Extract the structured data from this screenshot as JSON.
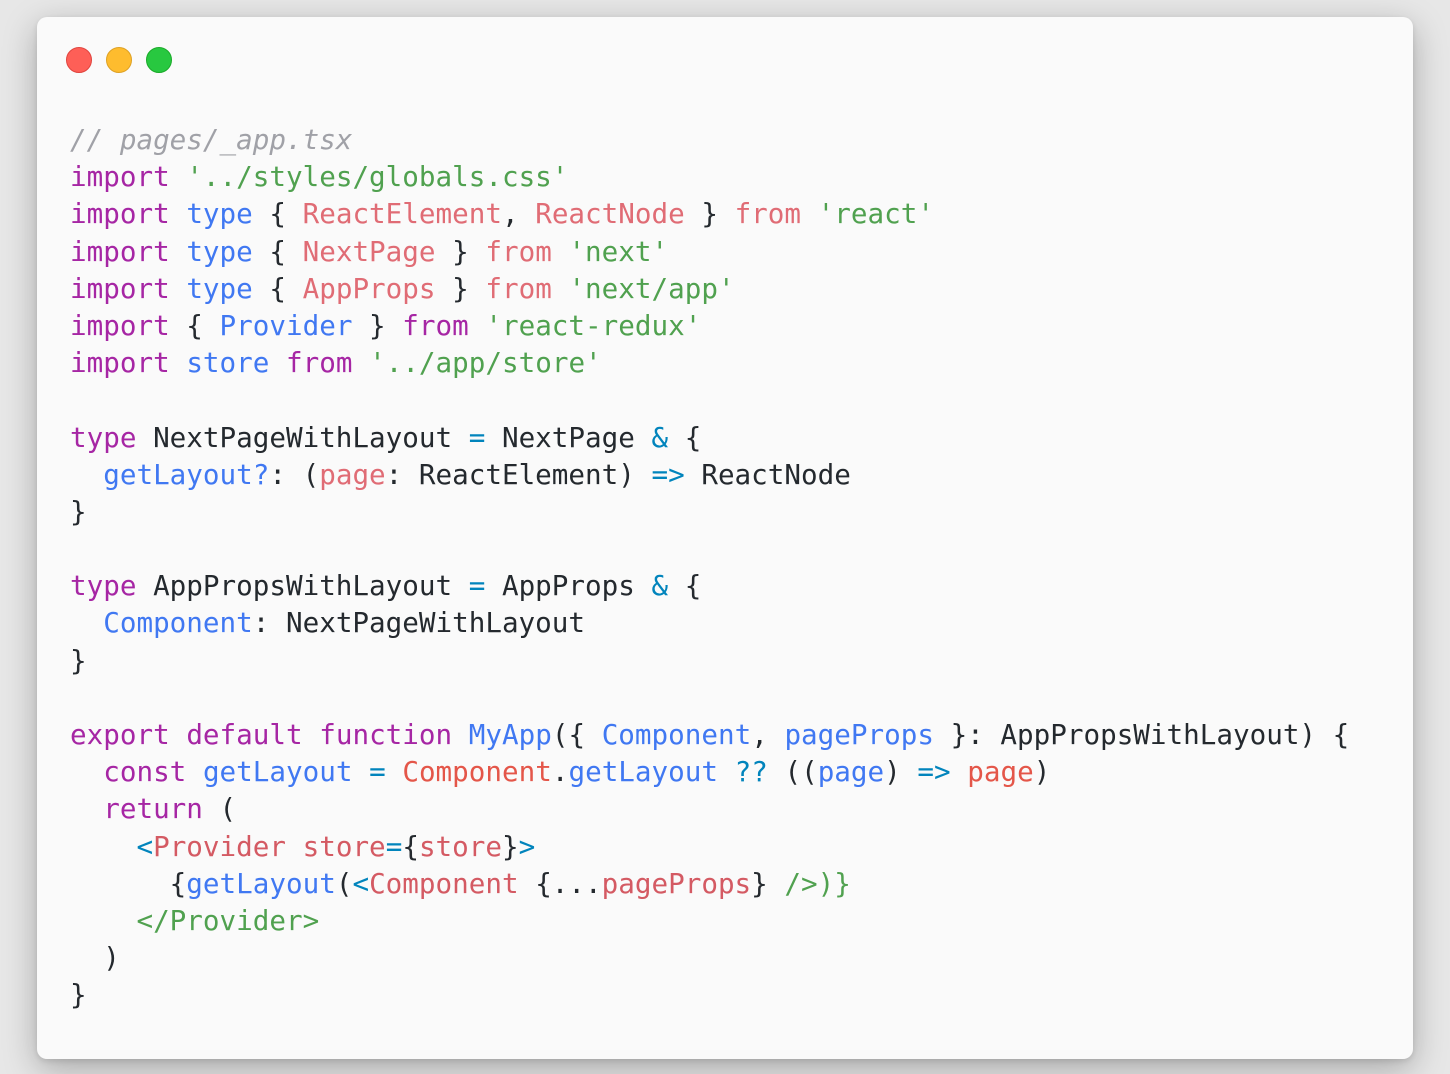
{
  "window": {
    "controls": [
      "close",
      "minimize",
      "maximize"
    ]
  },
  "code": {
    "language": "tsx",
    "lines": [
      [
        {
          "k": "comment",
          "t": "// pages/_app.tsx"
        }
      ],
      [
        {
          "k": "kw",
          "t": "import"
        },
        {
          "k": "plain",
          "t": " "
        },
        {
          "k": "str",
          "t": "'../styles/globals.css'"
        }
      ],
      [
        {
          "k": "kw",
          "t": "import"
        },
        {
          "k": "plain",
          "t": " "
        },
        {
          "k": "type",
          "t": "type"
        },
        {
          "k": "plain",
          "t": " { "
        },
        {
          "k": "name",
          "t": "ReactElement"
        },
        {
          "k": "plain",
          "t": ", "
        },
        {
          "k": "name",
          "t": "ReactNode"
        },
        {
          "k": "plain",
          "t": " } "
        },
        {
          "k": "name",
          "t": "from"
        },
        {
          "k": "plain",
          "t": " "
        },
        {
          "k": "str",
          "t": "'react'"
        }
      ],
      [
        {
          "k": "kw",
          "t": "import"
        },
        {
          "k": "plain",
          "t": " "
        },
        {
          "k": "type",
          "t": "type"
        },
        {
          "k": "plain",
          "t": " { "
        },
        {
          "k": "name",
          "t": "NextPage"
        },
        {
          "k": "plain",
          "t": " } "
        },
        {
          "k": "name",
          "t": "from"
        },
        {
          "k": "plain",
          "t": " "
        },
        {
          "k": "str",
          "t": "'next'"
        }
      ],
      [
        {
          "k": "kw",
          "t": "import"
        },
        {
          "k": "plain",
          "t": " "
        },
        {
          "k": "type",
          "t": "type"
        },
        {
          "k": "plain",
          "t": " { "
        },
        {
          "k": "name",
          "t": "AppProps"
        },
        {
          "k": "plain",
          "t": " } "
        },
        {
          "k": "name",
          "t": "from"
        },
        {
          "k": "plain",
          "t": " "
        },
        {
          "k": "str",
          "t": "'next/app'"
        }
      ],
      [
        {
          "k": "kw",
          "t": "import"
        },
        {
          "k": "plain",
          "t": " { "
        },
        {
          "k": "type",
          "t": "Provider"
        },
        {
          "k": "plain",
          "t": " } "
        },
        {
          "k": "kw",
          "t": "from"
        },
        {
          "k": "plain",
          "t": " "
        },
        {
          "k": "str",
          "t": "'react-redux'"
        }
      ],
      [
        {
          "k": "kw",
          "t": "import"
        },
        {
          "k": "plain",
          "t": " "
        },
        {
          "k": "type",
          "t": "store"
        },
        {
          "k": "plain",
          "t": " "
        },
        {
          "k": "kw",
          "t": "from"
        },
        {
          "k": "plain",
          "t": " "
        },
        {
          "k": "str",
          "t": "'../app/store'"
        }
      ],
      [],
      [
        {
          "k": "kw",
          "t": "type"
        },
        {
          "k": "plain",
          "t": " NextPageWithLayout "
        },
        {
          "k": "op",
          "t": "="
        },
        {
          "k": "plain",
          "t": " NextPage "
        },
        {
          "k": "op",
          "t": "&"
        },
        {
          "k": "plain",
          "t": " {"
        }
      ],
      [
        {
          "k": "plain",
          "t": "  "
        },
        {
          "k": "type",
          "t": "getLayout?"
        },
        {
          "k": "plain",
          "t": ": ("
        },
        {
          "k": "name",
          "t": "page"
        },
        {
          "k": "plain",
          "t": ": ReactElement) "
        },
        {
          "k": "op",
          "t": "=>"
        },
        {
          "k": "plain",
          "t": " ReactNode"
        }
      ],
      [
        {
          "k": "plain",
          "t": "}"
        }
      ],
      [],
      [
        {
          "k": "kw",
          "t": "type"
        },
        {
          "k": "plain",
          "t": " AppPropsWithLayout "
        },
        {
          "k": "op",
          "t": "="
        },
        {
          "k": "plain",
          "t": " AppProps "
        },
        {
          "k": "op",
          "t": "&"
        },
        {
          "k": "plain",
          "t": " {"
        }
      ],
      [
        {
          "k": "plain",
          "t": "  "
        },
        {
          "k": "type",
          "t": "Component"
        },
        {
          "k": "plain",
          "t": ": NextPageWithLayout"
        }
      ],
      [
        {
          "k": "plain",
          "t": "}"
        }
      ],
      [],
      [
        {
          "k": "kw",
          "t": "export"
        },
        {
          "k": "plain",
          "t": " "
        },
        {
          "k": "kw",
          "t": "default"
        },
        {
          "k": "plain",
          "t": " "
        },
        {
          "k": "kw",
          "t": "function"
        },
        {
          "k": "plain",
          "t": " "
        },
        {
          "k": "fn",
          "t": "MyApp"
        },
        {
          "k": "plain",
          "t": "({ "
        },
        {
          "k": "type",
          "t": "Component"
        },
        {
          "k": "plain",
          "t": ", "
        },
        {
          "k": "type",
          "t": "pageProps"
        },
        {
          "k": "plain",
          "t": " }: AppPropsWithLayout) {"
        }
      ],
      [
        {
          "k": "plain",
          "t": "  "
        },
        {
          "k": "kw",
          "t": "const"
        },
        {
          "k": "plain",
          "t": " "
        },
        {
          "k": "type",
          "t": "getLayout"
        },
        {
          "k": "plain",
          "t": " "
        },
        {
          "k": "op",
          "t": "="
        },
        {
          "k": "plain",
          "t": " "
        },
        {
          "k": "var",
          "t": "Component"
        },
        {
          "k": "plain",
          "t": "."
        },
        {
          "k": "type",
          "t": "getLayout"
        },
        {
          "k": "plain",
          "t": " "
        },
        {
          "k": "op",
          "t": "??"
        },
        {
          "k": "plain",
          "t": " (("
        },
        {
          "k": "type",
          "t": "page"
        },
        {
          "k": "plain",
          "t": ") "
        },
        {
          "k": "op",
          "t": "=>"
        },
        {
          "k": "plain",
          "t": " "
        },
        {
          "k": "var",
          "t": "page"
        },
        {
          "k": "plain",
          "t": ")"
        }
      ],
      [
        {
          "k": "plain",
          "t": "  "
        },
        {
          "k": "kw",
          "t": "return"
        },
        {
          "k": "plain",
          "t": " ("
        }
      ],
      [
        {
          "k": "plain",
          "t": "    "
        },
        {
          "k": "jsx",
          "t": "<"
        },
        {
          "k": "jsxattr",
          "t": "Provider"
        },
        {
          "k": "plain",
          "t": " "
        },
        {
          "k": "jsxattr",
          "t": "store"
        },
        {
          "k": "jsx",
          "t": "="
        },
        {
          "k": "plain",
          "t": "{"
        },
        {
          "k": "jsxattr",
          "t": "store"
        },
        {
          "k": "plain",
          "t": "}"
        },
        {
          "k": "jsx",
          "t": ">"
        }
      ],
      [
        {
          "k": "plain",
          "t": "      {"
        },
        {
          "k": "type",
          "t": "getLayout"
        },
        {
          "k": "plain",
          "t": "("
        },
        {
          "k": "jsx",
          "t": "<"
        },
        {
          "k": "jsxattr",
          "t": "Component"
        },
        {
          "k": "plain",
          "t": " {..."
        },
        {
          "k": "jsxattr",
          "t": "pageProps"
        },
        {
          "k": "plain",
          "t": "} "
        },
        {
          "k": "str",
          "t": "/>)}"
        }
      ],
      [
        {
          "k": "plain",
          "t": "    "
        },
        {
          "k": "str",
          "t": "</Provider>"
        }
      ],
      [
        {
          "k": "plain",
          "t": "  )"
        }
      ],
      [
        {
          "k": "plain",
          "t": "}"
        }
      ]
    ]
  }
}
